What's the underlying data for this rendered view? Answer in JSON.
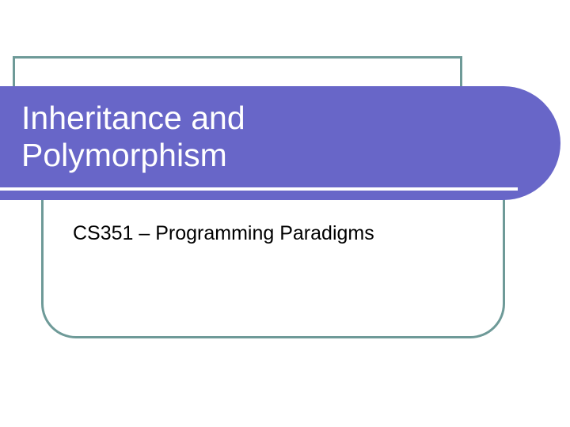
{
  "slide": {
    "title_line1": "Inheritance and",
    "title_line2": "Polymorphism",
    "subtitle": "CS351 – Programming Paradigms"
  },
  "colors": {
    "band": "#6866c8",
    "frame": "#6e9a98",
    "title_text": "#ffffff",
    "subtitle_text": "#000000",
    "background": "#ffffff"
  }
}
